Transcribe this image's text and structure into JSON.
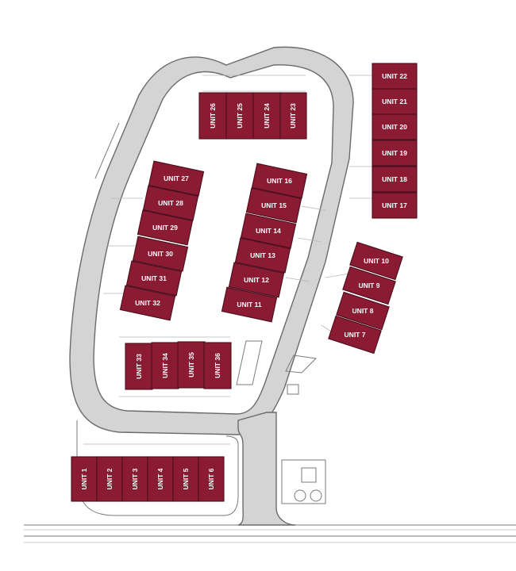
{
  "map": {
    "unit_fill": "#8b1a33",
    "unit_outline": "#4a0f1d",
    "road_fill": "#d4d4d4",
    "line_color": "#6a6a6a"
  },
  "units": [
    {
      "id": 1,
      "label": "UNIT 1"
    },
    {
      "id": 2,
      "label": "UNIT 2"
    },
    {
      "id": 3,
      "label": "UNIT 3"
    },
    {
      "id": 4,
      "label": "UNIT 4"
    },
    {
      "id": 5,
      "label": "UNIT 5"
    },
    {
      "id": 6,
      "label": "UNIT 6"
    },
    {
      "id": 7,
      "label": "UNIT 7"
    },
    {
      "id": 8,
      "label": "UNIT 8"
    },
    {
      "id": 9,
      "label": "UNIT 9"
    },
    {
      "id": 10,
      "label": "UNIT 10"
    },
    {
      "id": 11,
      "label": "UNIT 11"
    },
    {
      "id": 12,
      "label": "UNIT 12"
    },
    {
      "id": 13,
      "label": "UNIT 13"
    },
    {
      "id": 14,
      "label": "UNIT 14"
    },
    {
      "id": 15,
      "label": "UNIT 15"
    },
    {
      "id": 16,
      "label": "UNIT 16"
    },
    {
      "id": 17,
      "label": "UNIT 17"
    },
    {
      "id": 18,
      "label": "UNIT 18"
    },
    {
      "id": 19,
      "label": "UNIT 19"
    },
    {
      "id": 20,
      "label": "UNIT 20"
    },
    {
      "id": 21,
      "label": "UNIT 21"
    },
    {
      "id": 22,
      "label": "UNIT 22"
    },
    {
      "id": 23,
      "label": "UNIT 23"
    },
    {
      "id": 24,
      "label": "UNIT 24"
    },
    {
      "id": 25,
      "label": "UNIT 25"
    },
    {
      "id": 26,
      "label": "UNIT 26"
    },
    {
      "id": 27,
      "label": "UNIT 27"
    },
    {
      "id": 28,
      "label": "UNIT 28"
    },
    {
      "id": 29,
      "label": "UNIT 29"
    },
    {
      "id": 30,
      "label": "UNIT 30"
    },
    {
      "id": 31,
      "label": "UNIT 31"
    },
    {
      "id": 32,
      "label": "UNIT 32"
    },
    {
      "id": 33,
      "label": "UNIT 33"
    },
    {
      "id": 34,
      "label": "UNIT 34"
    },
    {
      "id": 35,
      "label": "UNIT 35"
    },
    {
      "id": 36,
      "label": "UNIT 36"
    }
  ]
}
